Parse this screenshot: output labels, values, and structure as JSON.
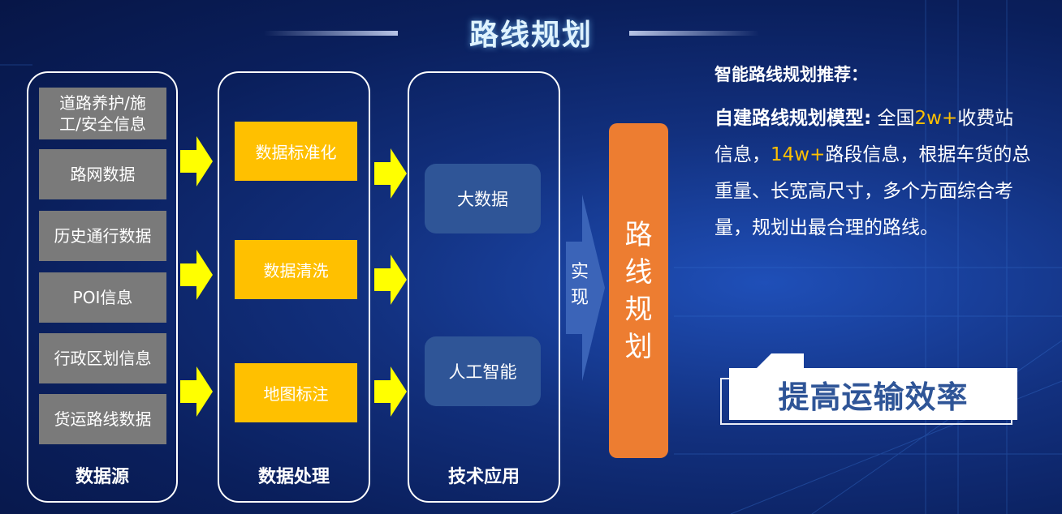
{
  "title": "路线规划",
  "columns": [
    {
      "label": "数据源",
      "items": [
        "道路养护/施工/安全信息",
        "路网数据",
        "历史通行数据",
        "POI信息",
        "行政区划信息",
        "货运路线数据"
      ]
    },
    {
      "label": "数据处理",
      "items": [
        "数据标准化",
        "数据清洗",
        "地图标注"
      ]
    },
    {
      "label": "技术应用",
      "items": [
        "大数据",
        "人工智能"
      ]
    }
  ],
  "implement_label": "实现",
  "result": "路线规划",
  "recommendation": {
    "title": "智能路线规划推荐：",
    "model_label": "自建路线规划模型:",
    "text_1": " 全国",
    "highlight_1": "2w+",
    "text_2": "收费站信息，",
    "highlight_2": "14w+",
    "text_3": "路段信息，根据车货的总重量、长宽高尺寸，多个方面综合考量，规划出最合理的路线。"
  },
  "efficiency": "提高运输效率",
  "colors": {
    "source_box": "#7a7a7a",
    "process_box": "#ffc000",
    "tech_box": "#2f5597",
    "result_box": "#ed7d31",
    "arrow": "#ffff00",
    "highlight": "#ffc000"
  }
}
